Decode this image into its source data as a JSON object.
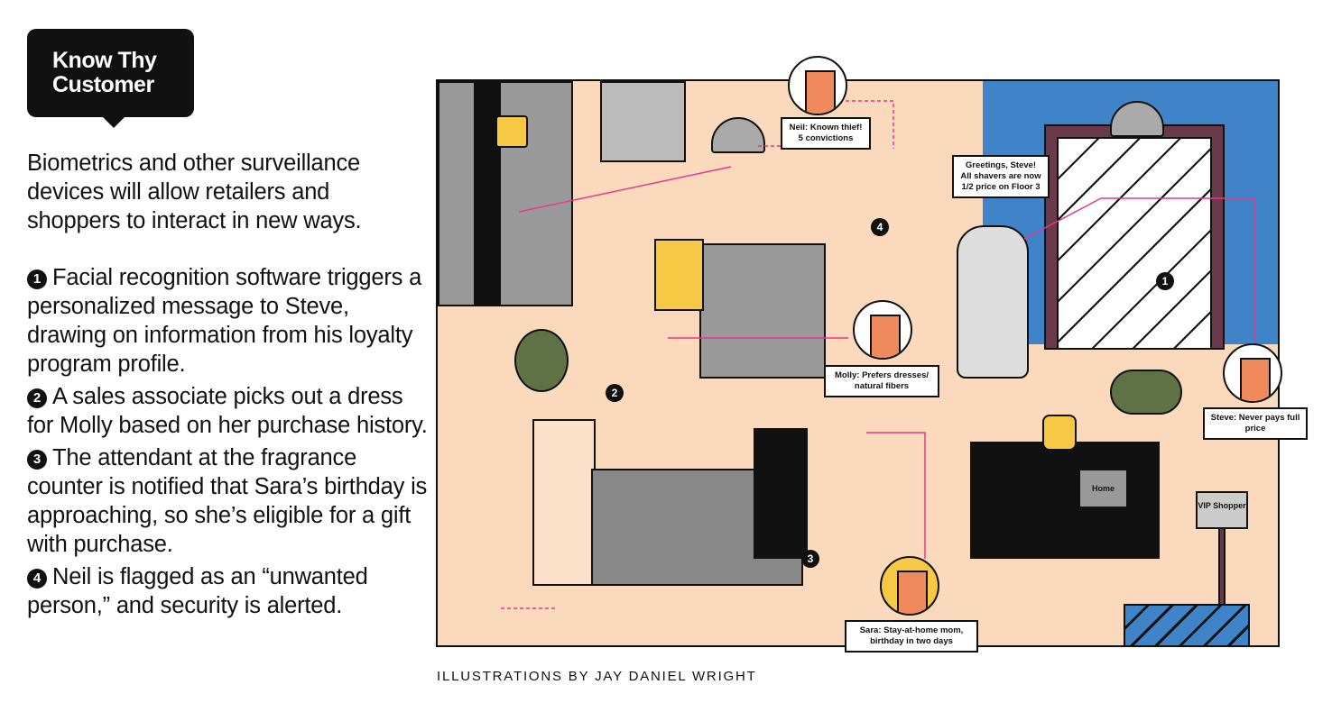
{
  "title": "Know Thy Customer",
  "intro": "Biometrics and other surveillance devices will allow retailers and shoppers to interact in new ways.",
  "items": [
    {
      "num": "1",
      "text": "Facial recognition software triggers a personalized message to Steve, drawing on information from his loyalty program profile."
    },
    {
      "num": "2",
      "text": "A sales associate picks out a dress for Molly based on her purchase history."
    },
    {
      "num": "3",
      "text": "The attendant at the fragrance counter is notified that Sara’s birthday is approaching, so she’s eligible for a gift with purchase."
    },
    {
      "num": "4",
      "text": "Neil is flagged as an “unwanted person,” and security is alerted."
    }
  ],
  "scene": {
    "labels": {
      "neil": "Neil: Known thief! 5 convictions",
      "greeting": "Greetings, Steve! All shavers are now 1/2 price on Floor 3",
      "molly": "Molly: Prefers dresses/ natural fibers",
      "steve": "Steve: Never pays full price",
      "sara": "Sara: Stay-at-home mom, birthday in two days",
      "home": "Home",
      "vip": "VIP Shopper"
    },
    "badges": [
      "1",
      "2",
      "3",
      "4"
    ]
  },
  "credit": "ILLUSTRATIONS BY JAY DANIEL WRIGHT",
  "colors": {
    "peach": "#fbd9bd",
    "blue": "#3f84c8",
    "pink": "#e8378a",
    "yellow": "#f7c844",
    "green": "#5f7245"
  }
}
